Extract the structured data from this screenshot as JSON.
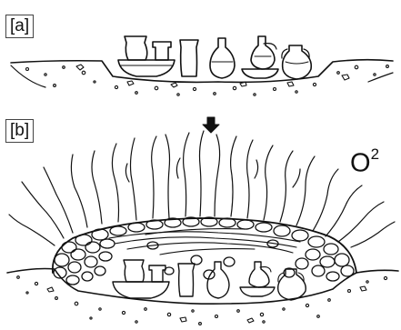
{
  "panels": {
    "a": {
      "label": "[a]"
    },
    "b": {
      "label": "[b]"
    }
  },
  "oxygen": {
    "base": "O",
    "superscript": "2"
  },
  "arrow": {
    "icon": "down-arrow-icon"
  },
  "colors": {
    "ink": "#111111",
    "paper": "#ffffff"
  }
}
